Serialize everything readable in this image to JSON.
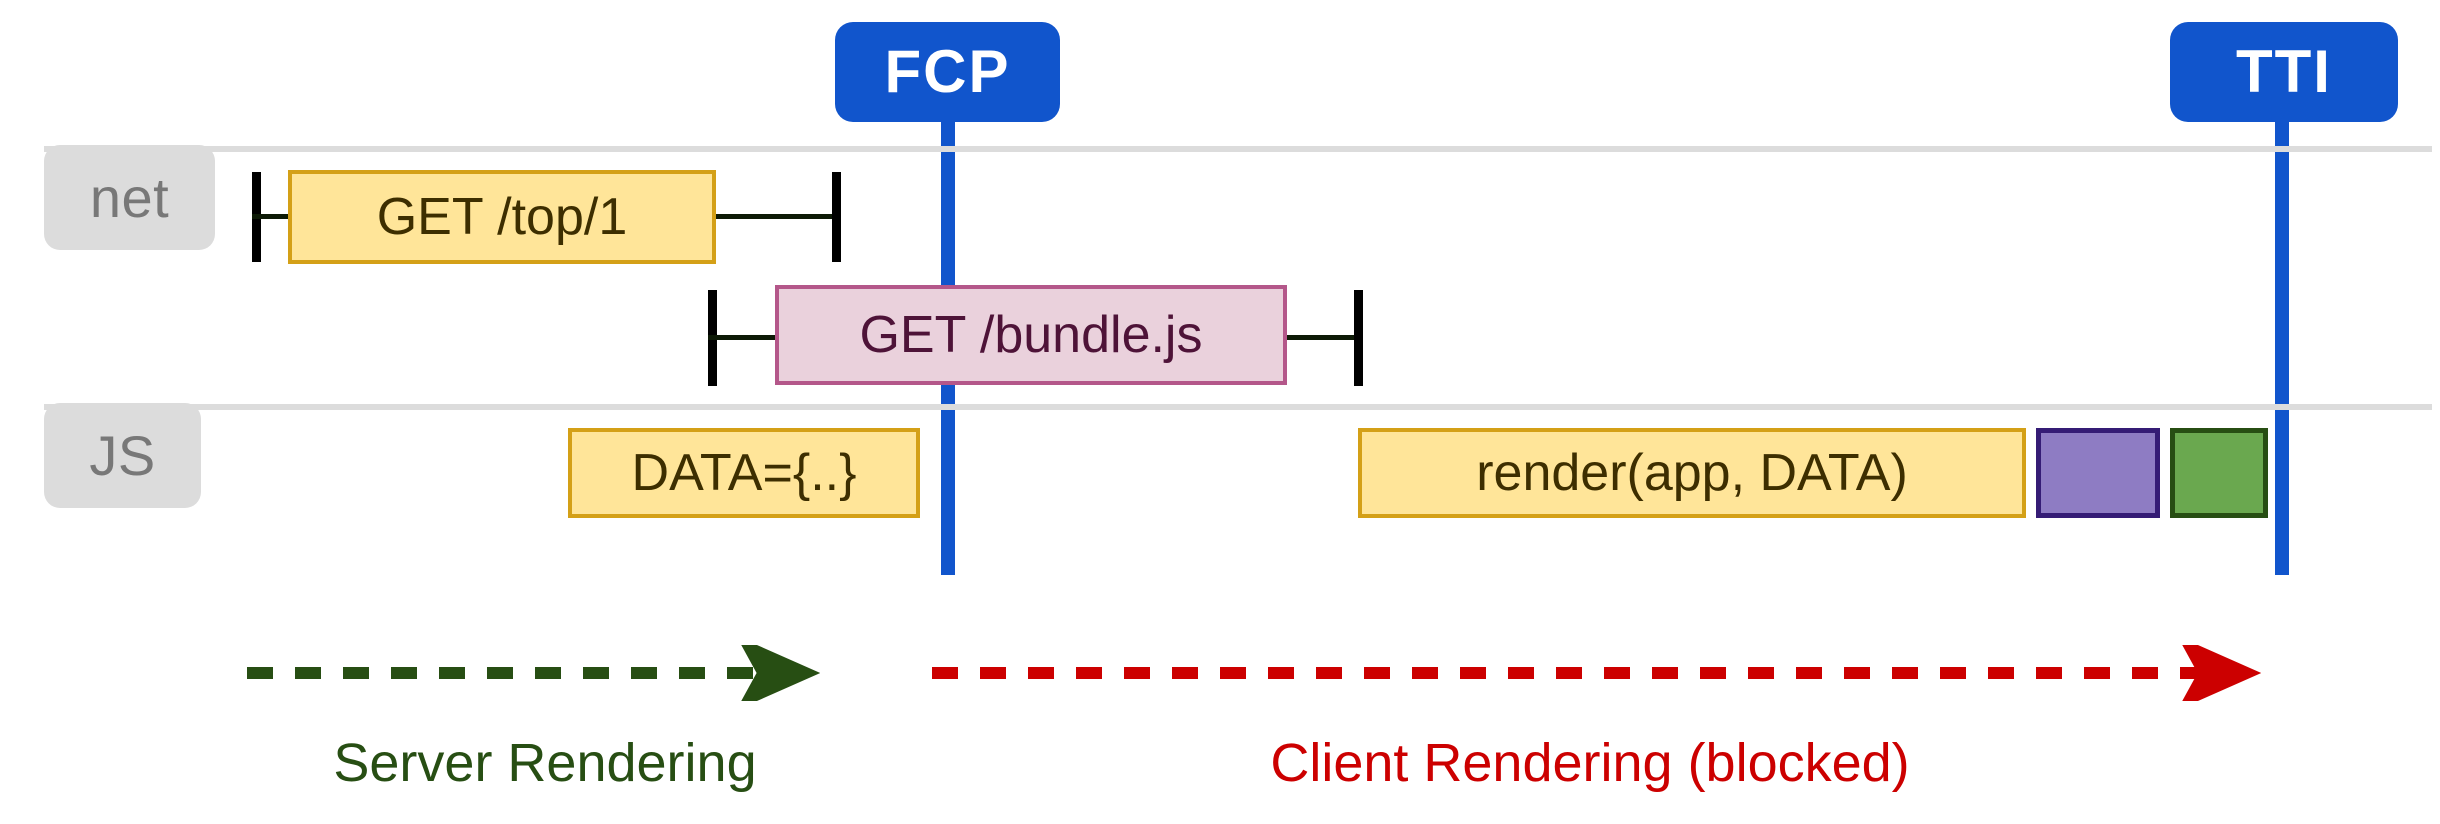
{
  "diagram": {
    "title": "Server rendering vs client rendering timeline",
    "colors": {
      "lane_rule": "#dcdcdc",
      "lane_chip_bg": "#dcdcdc",
      "lane_chip_text": "#787878",
      "yellow_fill": "#ffe599",
      "yellow_stroke": "#d4a017",
      "pink_fill": "#ead1dc",
      "pink_stroke": "#b4578a",
      "purple_fill": "#8e7cc3",
      "purple_stroke": "#351c75",
      "green_fill": "#6aa84f",
      "green_stroke": "#274e13",
      "milestone_blue": "#1155cc",
      "server_green": "#274e13",
      "client_red": "#cc0000",
      "whisker_black": "#000000"
    }
  },
  "lanes": [
    {
      "id": "net",
      "label": "net"
    },
    {
      "id": "js",
      "label": "JS"
    }
  ],
  "milestones": [
    {
      "id": "fcp",
      "label": "FCP"
    },
    {
      "id": "tti",
      "label": "TTI"
    }
  ],
  "net_tasks": [
    {
      "id": "get-top",
      "label": "GET /top/1",
      "style": "yellow"
    },
    {
      "id": "get-bundle",
      "label": "GET /bundle.js",
      "style": "pink"
    }
  ],
  "js_tasks": [
    {
      "id": "data-assign",
      "label": "DATA={..}",
      "style": "yellow"
    },
    {
      "id": "render-call",
      "label": "render(app, DATA)",
      "style": "yellow"
    },
    {
      "id": "purple-task",
      "label": "",
      "style": "purple"
    },
    {
      "id": "green-task",
      "label": "",
      "style": "green"
    }
  ],
  "phases": [
    {
      "id": "server",
      "label": "Server Rendering",
      "color": "#274e13"
    },
    {
      "id": "client",
      "label": "Client Rendering (blocked)",
      "color": "#cc0000"
    }
  ]
}
